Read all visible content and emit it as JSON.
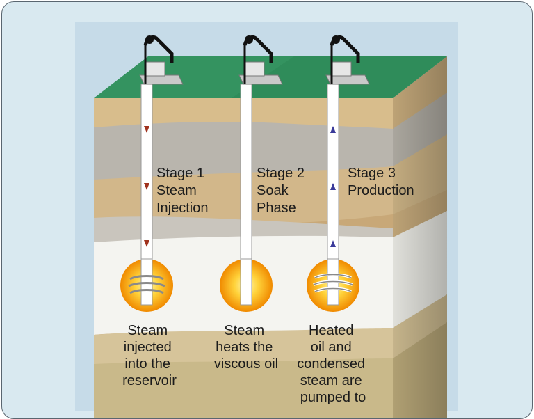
{
  "stages": [
    {
      "title": [
        "Stage 1",
        "Steam",
        "Injection"
      ],
      "caption": [
        "Steam",
        "injected",
        "into the",
        "reservoir"
      ],
      "flow": "down"
    },
    {
      "title": [
        "Stage 2",
        "Soak",
        "Phase"
      ],
      "caption": [
        "Steam",
        "heats the",
        "viscous oil"
      ],
      "flow": "none"
    },
    {
      "title": [
        "Stage 3",
        "Production"
      ],
      "caption": [
        "Heated",
        "oil and",
        "condensed",
        "steam are",
        "pumped to"
      ],
      "flow": "up"
    }
  ],
  "colors": {
    "frame_bg": "#d9e9f0",
    "surface": "#2f8c5a",
    "rock_tan": "#c8a878",
    "rock_gray": "#b9b5ad",
    "reservoir": "#f4f4f0",
    "heat_glow": "#f7a600",
    "arrow_down": "#a0321e",
    "arrow_up": "#3a3a9a"
  }
}
